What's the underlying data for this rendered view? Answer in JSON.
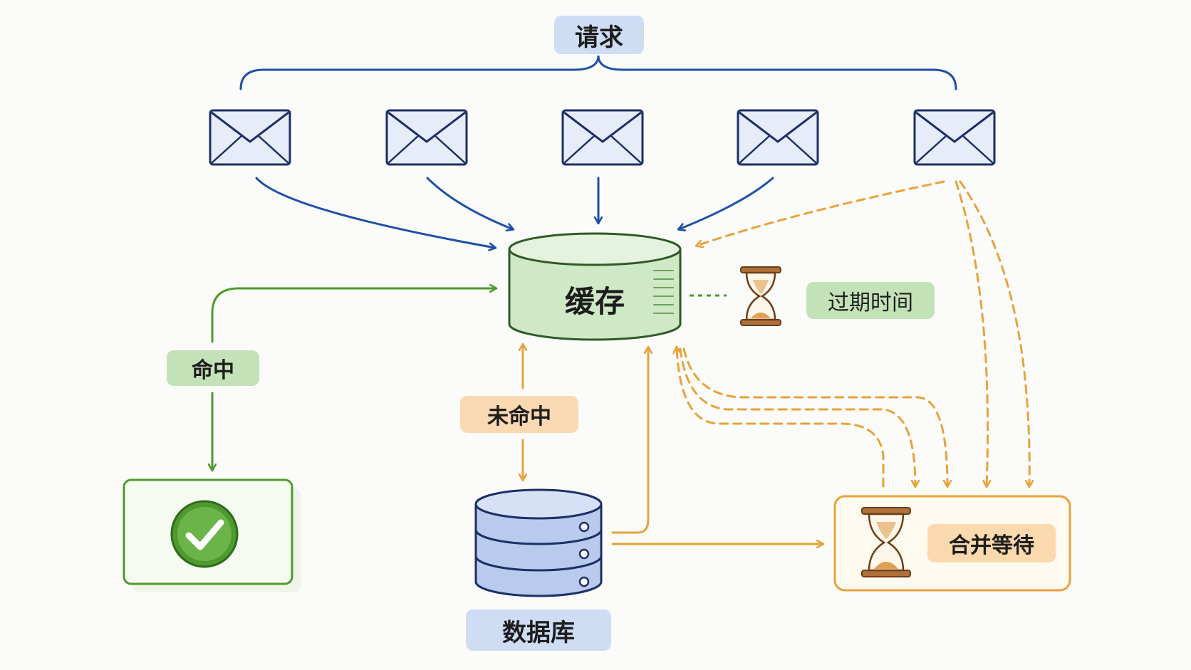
{
  "labels": {
    "requests": "请求",
    "cache": "缓存",
    "expiry": "过期时间",
    "hit": "命中",
    "miss": "未命中",
    "database": "数据库",
    "merge_wait": "合并等待"
  },
  "colors": {
    "blue": "#1f4fa8",
    "green": "#4e9a2e",
    "orange": "#e8a23b",
    "cache_fill": "#cfe8c6",
    "db_fill": "#b9cbec"
  },
  "icons": {
    "request": "envelope-icon",
    "expiry": "hourglass-icon",
    "hit_result": "checkmark-icon",
    "merge": "hourglass-icon"
  }
}
